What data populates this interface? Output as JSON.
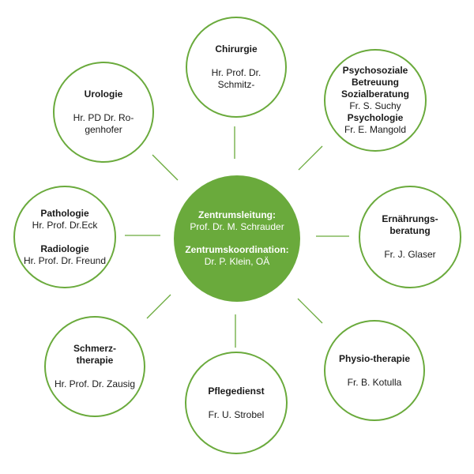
{
  "center": {
    "title1": "Zentrumsleitung:",
    "name1": "Prof. Dr. M. Schrauder",
    "title2": "Zentrumskoordination:",
    "name2": "Dr. P. Klein, OÄ"
  },
  "nodes": {
    "chirurgie": {
      "title": "Chirurgie",
      "line1": "Hr. Prof. Dr.",
      "line2": "Schmitz-"
    },
    "psychosozial": {
      "title1": "Psychosoziale",
      "title2": "Betreuung",
      "title3": "Sozialberatung",
      "name1": "Fr. S. Suchy",
      "title4": "Psychologie",
      "name2": "Fr. E. Mangold"
    },
    "ernaehrung": {
      "title1": "Ernährungs-",
      "title2": "beratung",
      "name": "Fr. J. Glaser"
    },
    "physio": {
      "title": "Physio-therapie",
      "name": "Fr. B. Kotulla"
    },
    "pflege": {
      "title": "Pflegedienst",
      "name": "Fr. U. Strobel"
    },
    "schmerz": {
      "title1": "Schmerz-",
      "title2": "therapie",
      "name": "Hr. Prof. Dr. Zausig"
    },
    "patho": {
      "title1": "Pathologie",
      "name1": "Hr. Prof. Dr.Eck",
      "title2": "Radiologie",
      "name2": "Hr. Prof. Dr. Freund"
    },
    "urologie": {
      "title": "Urologie",
      "line1": "Hr. PD Dr. Ro-",
      "line2": "genhofer"
    }
  },
  "colors": {
    "accent": "#6aaa3c"
  }
}
